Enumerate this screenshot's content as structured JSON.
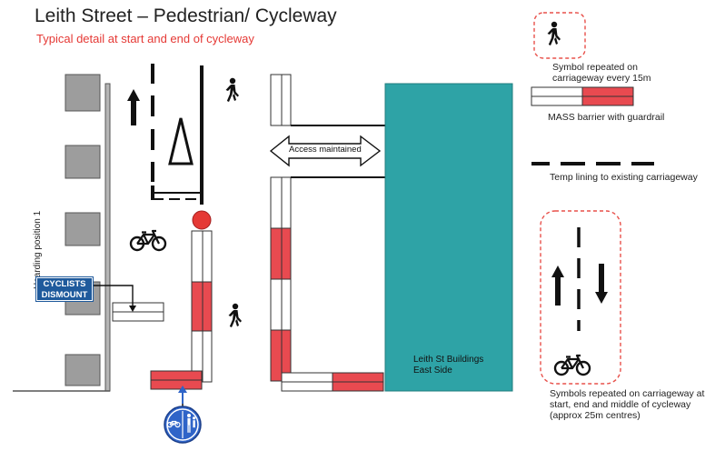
{
  "title": "Leith Street – Pedestrian/ Cycleway",
  "subtitle": "Typical detail at start and end of cycleway",
  "access_label": "Access maintained",
  "hoarding_label": "Hoarding position 1",
  "cyclists_sign": {
    "line1": "CYCLISTS",
    "line2": "DISMOUNT"
  },
  "building_label": {
    "line1": "Leith St Buildings",
    "line2": "East Side"
  },
  "legend": {
    "pedestrian_symbol": "Symbol repeated on carriageway every 15m",
    "mass_barrier": "MASS barrier with guardrail",
    "temp_lining": "Temp lining to existing carriageway",
    "symbols_repeated": "Symbols repeated on carriageway at start, end and middle of cycleway (approx 25m centres)"
  },
  "colors": {
    "barrier_red": "#e84a50",
    "building_teal": "#2ea3a6",
    "subtitle_red": "#e53935",
    "sign_blue": "#1f5a9c",
    "roundel_blue": "#2f64c8",
    "callout_border": "#e8504a"
  },
  "icons": [
    "pedestrian-icon",
    "bicycle-icon",
    "up-arrow-icon",
    "down-arrow-icon",
    "shared-use-sign-icon",
    "red-beacon-icon"
  ]
}
